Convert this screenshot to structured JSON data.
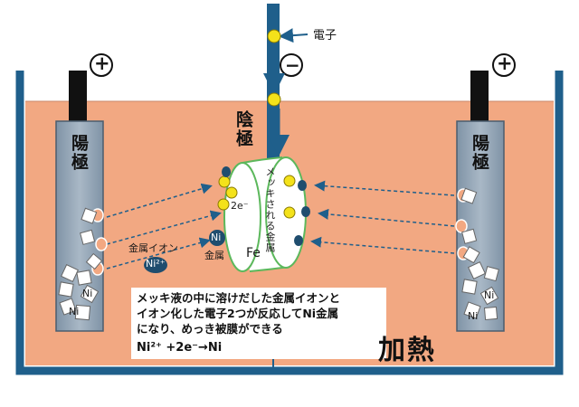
{
  "labels": {
    "electron": "電子",
    "minus_sign": "−",
    "plus_left": "+",
    "plus_right": "+",
    "anode_left": "陽極",
    "anode_right": "陽極",
    "cathode": "陰極",
    "plated_metal": "メッキされる金属",
    "two_electrons": "2e⁻",
    "metal_ion": "金属イオン",
    "ni_ion": "Ni²⁺",
    "ni_metal_symbol": "Ni",
    "ni_metal_label": "金属",
    "fe": "Fe",
    "ni_left_1": "Ni",
    "ni_left_2": "Ni",
    "ni_right_1": "Ni",
    "ni_right_2": "Ni",
    "heating": "加熱"
  },
  "note": {
    "line1": "メッキ液の中に溶けだした金属イオンと",
    "line2": "イオン化した電子2つが反応してNi金属",
    "line3": "になり、めっき被膜ができる",
    "equation": "Ni²⁺ +2e⁻→Ni"
  },
  "colors": {
    "solution": "#f2a882",
    "tank_wall": "#1f5f8b",
    "anode_fill": "#8fa3b5",
    "electron": "#f4e21a",
    "ion": "#1f4d6e",
    "arrow": "#1f5f8b",
    "cathode_cylinder_stroke": "#5cb85c"
  }
}
